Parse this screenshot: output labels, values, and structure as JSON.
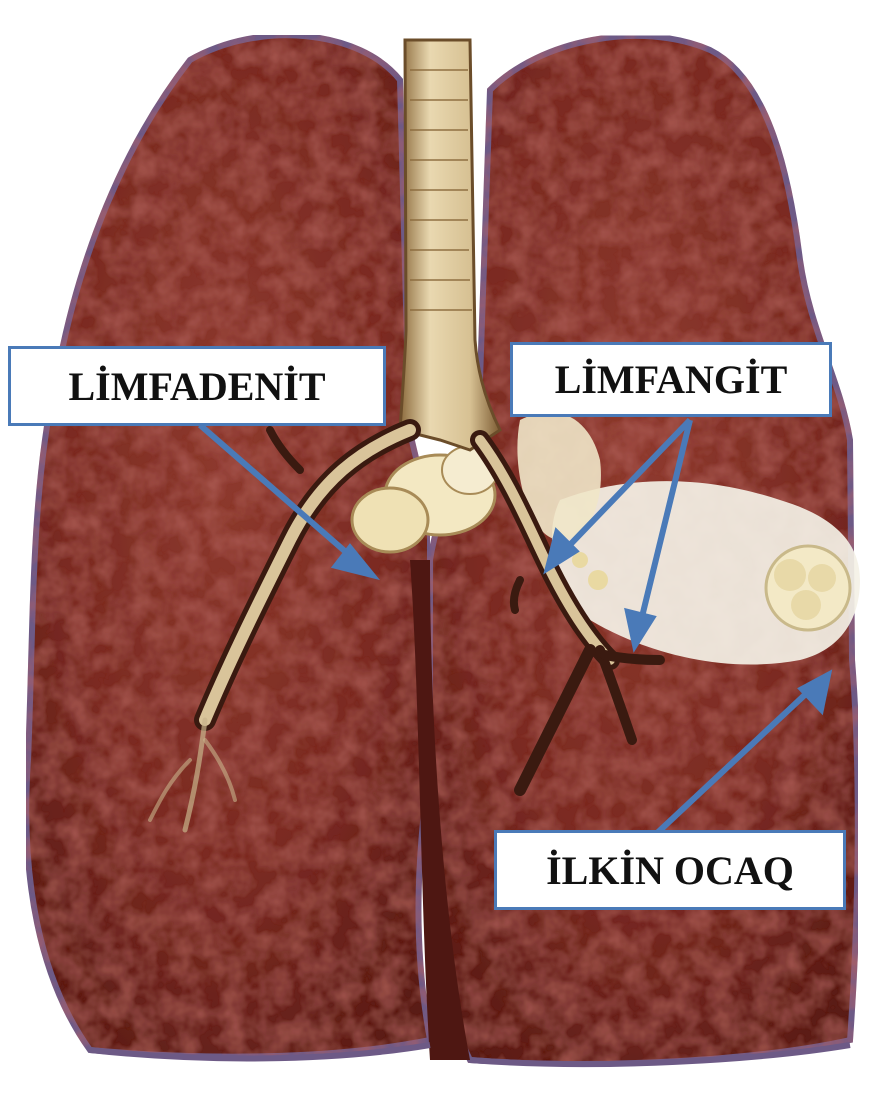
{
  "labels": {
    "lymphadenitis": "LİMFADENİT",
    "lymphangitis": "LİMFANGİT",
    "primary_focus": "İLKİN OCAQ"
  },
  "colors": {
    "lung_tissue": "#7a2a22",
    "lung_dark": "#4e1712",
    "trachea": "#d9c49a",
    "lesion_white": "#f4f1e6",
    "pleura_edge": "#6d5a86",
    "arrow": "#4a7ab8",
    "label_border": "#4a7ab8"
  }
}
